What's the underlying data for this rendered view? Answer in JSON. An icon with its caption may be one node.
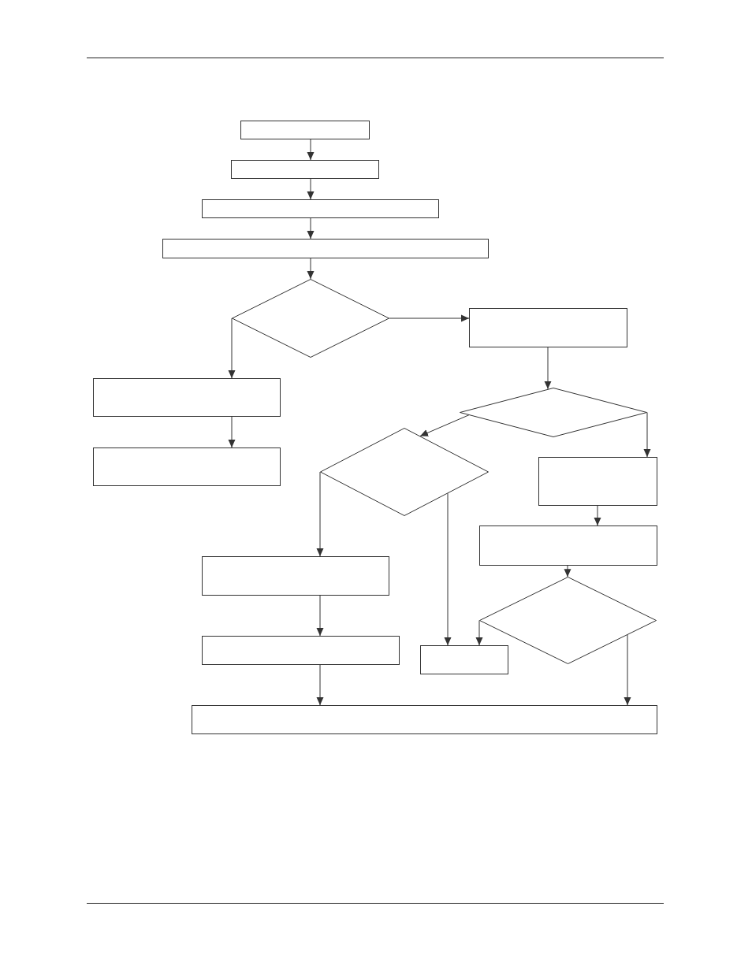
{
  "diagram": {
    "nodes": [
      {
        "text": [],
        "shape": "box"
      },
      {
        "text": [],
        "shape": "box"
      },
      {
        "text": [],
        "shape": "box"
      },
      {
        "text": [],
        "shape": "box"
      },
      {
        "text": [],
        "shape": "diamond"
      },
      {
        "text": [],
        "shape": "box"
      },
      {
        "text": [],
        "shape": "box"
      },
      {
        "text": [],
        "shape": "diamond"
      },
      {
        "text": [],
        "shape": "diamond"
      },
      {
        "text": [],
        "shape": "box"
      },
      {
        "text": [],
        "shape": "box"
      },
      {
        "text": [],
        "shape": "box"
      },
      {
        "text": [],
        "shape": "box"
      },
      {
        "text": [],
        "shape": "diamond"
      },
      {
        "text": [],
        "shape": "box"
      },
      {
        "text": [],
        "shape": "box"
      },
      {
        "text": [],
        "shape": "box"
      }
    ],
    "edges": [
      {
        "from": 0,
        "to": 1,
        "arrow": "to"
      },
      {
        "from": 1,
        "to": 2,
        "arrow": "to"
      },
      {
        "from": 2,
        "to": 3,
        "arrow": "to"
      },
      {
        "from": 3,
        "to": 4,
        "arrow": "to"
      },
      {
        "from": 4,
        "to": 5,
        "arrow": "to"
      },
      {
        "from": 4,
        "to": 6,
        "arrow": "to"
      },
      {
        "from": 5,
        "to": 7,
        "arrow": "to"
      },
      {
        "from": 6,
        "to": 9,
        "arrow": "to"
      },
      {
        "from": 7,
        "to": 8,
        "arrow": "to"
      },
      {
        "from": 7,
        "to": 10,
        "arrow": "to"
      },
      {
        "from": 8,
        "to": 12,
        "arrow": "to"
      },
      {
        "from": 8,
        "to": 15,
        "arrow": "to"
      },
      {
        "from": 10,
        "to": 11,
        "arrow": "to"
      },
      {
        "from": 11,
        "to": 13,
        "arrow": "to"
      },
      {
        "from": 12,
        "to": 14,
        "arrow": "to"
      },
      {
        "from": 13,
        "to": 15,
        "arrow": "to"
      },
      {
        "from": 13,
        "to": 16,
        "arrow": "to"
      },
      {
        "from": 14,
        "to": 16,
        "arrow": "to"
      }
    ]
  }
}
